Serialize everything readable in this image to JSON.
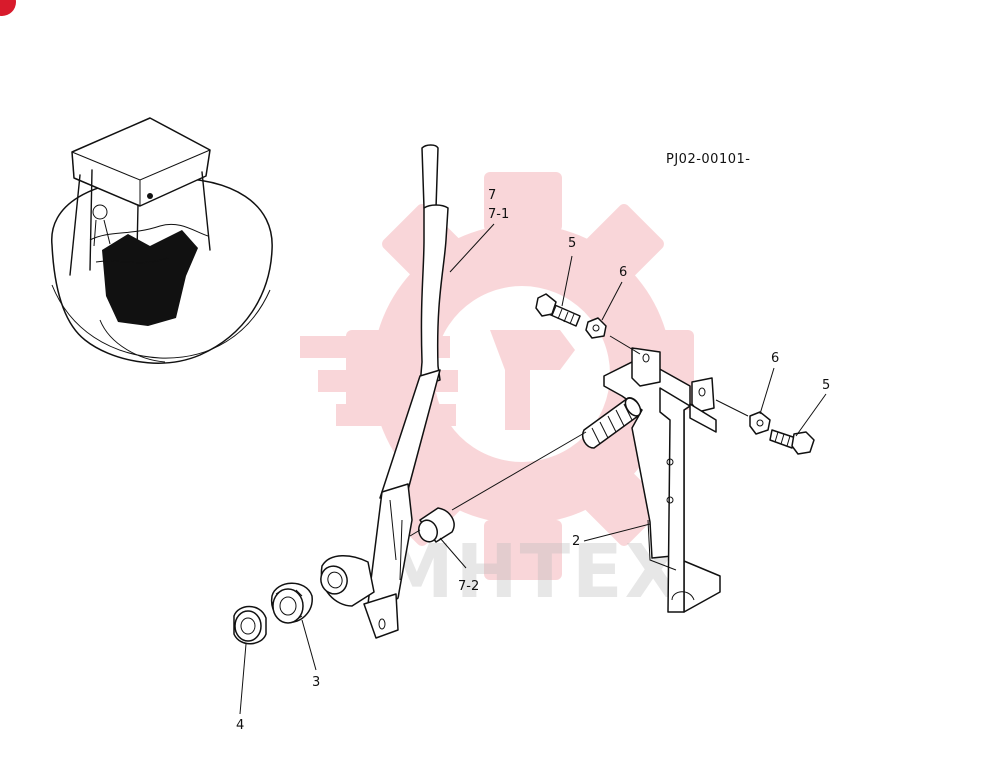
{
  "diagram": {
    "drawing_code": "PJ02-00101-",
    "watermark_text": "MHTEX",
    "callouts": [
      {
        "id": "7",
        "label": "7"
      },
      {
        "id": "7-1",
        "label": "7-1"
      },
      {
        "id": "7-2",
        "label": "7-2"
      },
      {
        "id": "5a",
        "label": "5"
      },
      {
        "id": "6a",
        "label": "6"
      },
      {
        "id": "6b",
        "label": "6"
      },
      {
        "id": "5b",
        "label": "5"
      },
      {
        "id": "2",
        "label": "2"
      },
      {
        "id": "3",
        "label": "3"
      },
      {
        "id": "4",
        "label": "4"
      }
    ]
  },
  "colors": {
    "line": "#111111",
    "watermark_red": "#e84a55",
    "watermark_gray": "#b9b9b9",
    "corner_badge": "#d81b2c"
  }
}
